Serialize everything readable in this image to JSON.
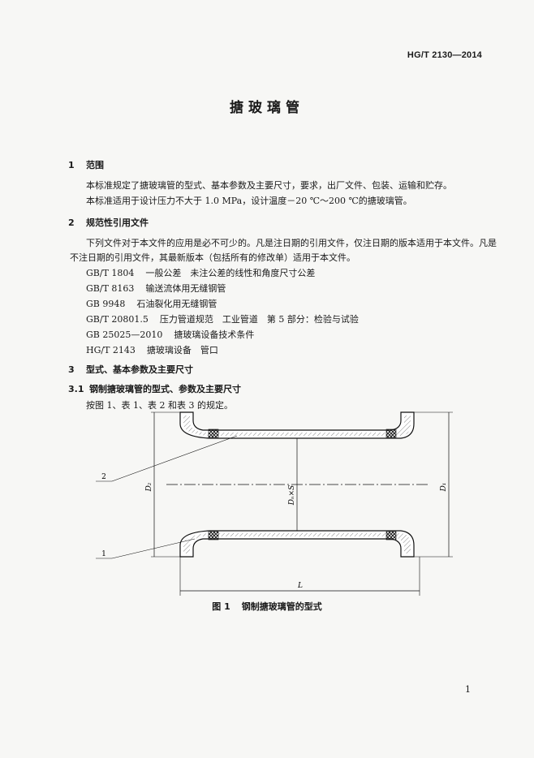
{
  "header": {
    "standard_code": "HG/T 2130—2014"
  },
  "title": "搪玻璃管",
  "sections": {
    "s1": {
      "num": "1",
      "title": "范围",
      "p1": "本标准规定了搪玻璃管的型式、基本参数及主要尺寸，要求，出厂文件、包装、运输和贮存。",
      "p2": "本标准适用于设计压力不大于 1.0 MPa，设计温度－20 ℃～200 ℃的搪玻璃管。"
    },
    "s2": {
      "num": "2",
      "title": "规范性引用文件",
      "intro": "下列文件对于本文件的应用是必不可少的。凡是注日期的引用文件，仅注日期的版本适用于本文件。凡是不注日期的引用文件，其最新版本（包括所有的修改单）适用于本文件。",
      "refs": [
        {
          "code": "GB/T 1804",
          "name": "一般公差　未注公差的线性和角度尺寸公差"
        },
        {
          "code": "GB/T 8163",
          "name": "输送流体用无缝钢管"
        },
        {
          "code": "GB 9948",
          "name": "石油裂化用无缝钢管"
        },
        {
          "code": "GB/T 20801.5",
          "name": "压力管道规范　工业管道　第 5 部分：检验与试验"
        },
        {
          "code": "GB 25025—2010",
          "name": "搪玻璃设备技术条件"
        },
        {
          "code": "HG/T 2143",
          "name": "搪玻璃设备　管口"
        }
      ]
    },
    "s3": {
      "num": "3",
      "title": "型式、基本参数及主要尺寸"
    },
    "s31": {
      "num": "3.1",
      "title": "钢制搪玻璃管的型式、参数及主要尺寸",
      "p1": "按图 1、表 1、表 2 和表 3 的规定。"
    }
  },
  "figure": {
    "labels": {
      "callout_1": "1",
      "callout_2": "2",
      "d2": "D₂",
      "dn_s": "Dₙ×S",
      "d1": "D₁",
      "length": "L"
    },
    "caption_no": "图 1",
    "caption_text": "钢制搪玻璃管的型式"
  },
  "page_number": "1"
}
